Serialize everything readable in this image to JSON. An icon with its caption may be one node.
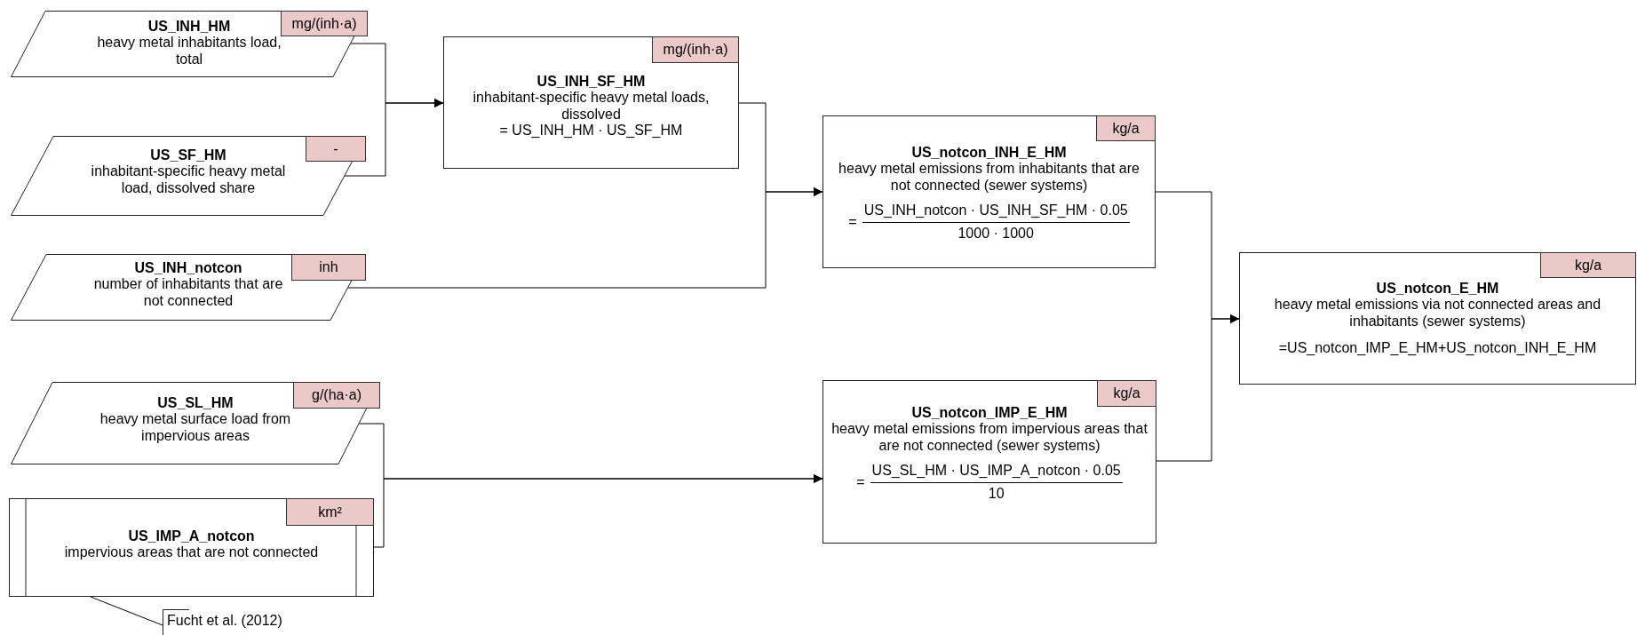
{
  "diagram": {
    "nodes": [
      {
        "text": [
          "US_INH_HM",
          "heavy metal inhabitants load, total"
        ]
      },
      {
        "text": [
          "mg/(inh·a)"
        ],
        "in": 0
      },
      {
        "text": [
          "US_INH_SF_HM",
          "inhabitant-specific heavy metal loads, dissolved",
          "= US_INH_HM · US_SF_HM"
        ]
      },
      {
        "text": [
          "mg/(inh·a)"
        ],
        "in": 2
      },
      {
        "text": [
          "US_SF_HM",
          "inhabitant-specific heavy metal load, dissolved share"
        ]
      },
      {
        "text": [
          "-"
        ],
        "in": 4
      },
      {
        "text": [
          "US_notcon_INH_E_HM",
          "heavy metal emissions from inhabitants that are not connected (sewer systems)",
          "=",
          "US_INH_notcon · US_INH_SF_HM · 0.05",
          "1000 · 1000"
        ]
      },
      {
        "text": [
          "kg/a"
        ],
        "in": 6
      },
      {
        "text": [
          "US_INH_notcon",
          "number of inhabitants that are not connected"
        ]
      },
      {
        "text": [
          "inh"
        ],
        "in": 8
      },
      {
        "text": [
          "US_notcon_E_HM",
          "heavy metal emissions via not connected areas and inhabitants (sewer systems)",
          "=US_notcon_IMP_E_HM+US_notcon_INH_E_HM"
        ]
      },
      {
        "text": [
          "kg/a"
        ],
        "in": 10
      },
      {
        "text": [
          "US_SL_HM",
          "heavy metal surface load from impervious areas"
        ]
      },
      {
        "text": [
          "g/(ha·a)"
        ],
        "in": 12
      },
      {
        "text": [
          "US_notcon_IMP_E_HM",
          "heavy metal emissions from impervious areas that are not connected (sewer systems)",
          "=",
          "US_SL_HM · US_IMP_A_notcon · 0.05",
          "10"
        ]
      },
      {
        "text": [
          "kg/a"
        ],
        "in": 14
      },
      {
        "text": [
          "US_IMP_A_notcon",
          "impervious areas that are not connected"
        ]
      },
      {
        "text": [
          "km²"
        ],
        "in": 16
      },
      {
        "text": [
          "Fucht et al. (2012)"
        ]
      }
    ],
    "edges": [
      {
        "from": 0,
        "to": 2,
        "arrow": "to"
      },
      {
        "from": 4,
        "to": 2,
        "arrow": "to"
      },
      {
        "from": 2,
        "to": 6,
        "arrow": "to"
      },
      {
        "from": 8,
        "to": 6,
        "arrow": "to"
      },
      {
        "from": 6,
        "to": 10,
        "arrow": "to"
      },
      {
        "from": 14,
        "to": 10,
        "arrow": "to"
      },
      {
        "from": 12,
        "to": 14,
        "arrow": "to"
      },
      {
        "from": 16,
        "to": 14,
        "arrow": "to"
      },
      {
        "from": 18,
        "to": 16,
        "arrow": "none"
      }
    ]
  }
}
